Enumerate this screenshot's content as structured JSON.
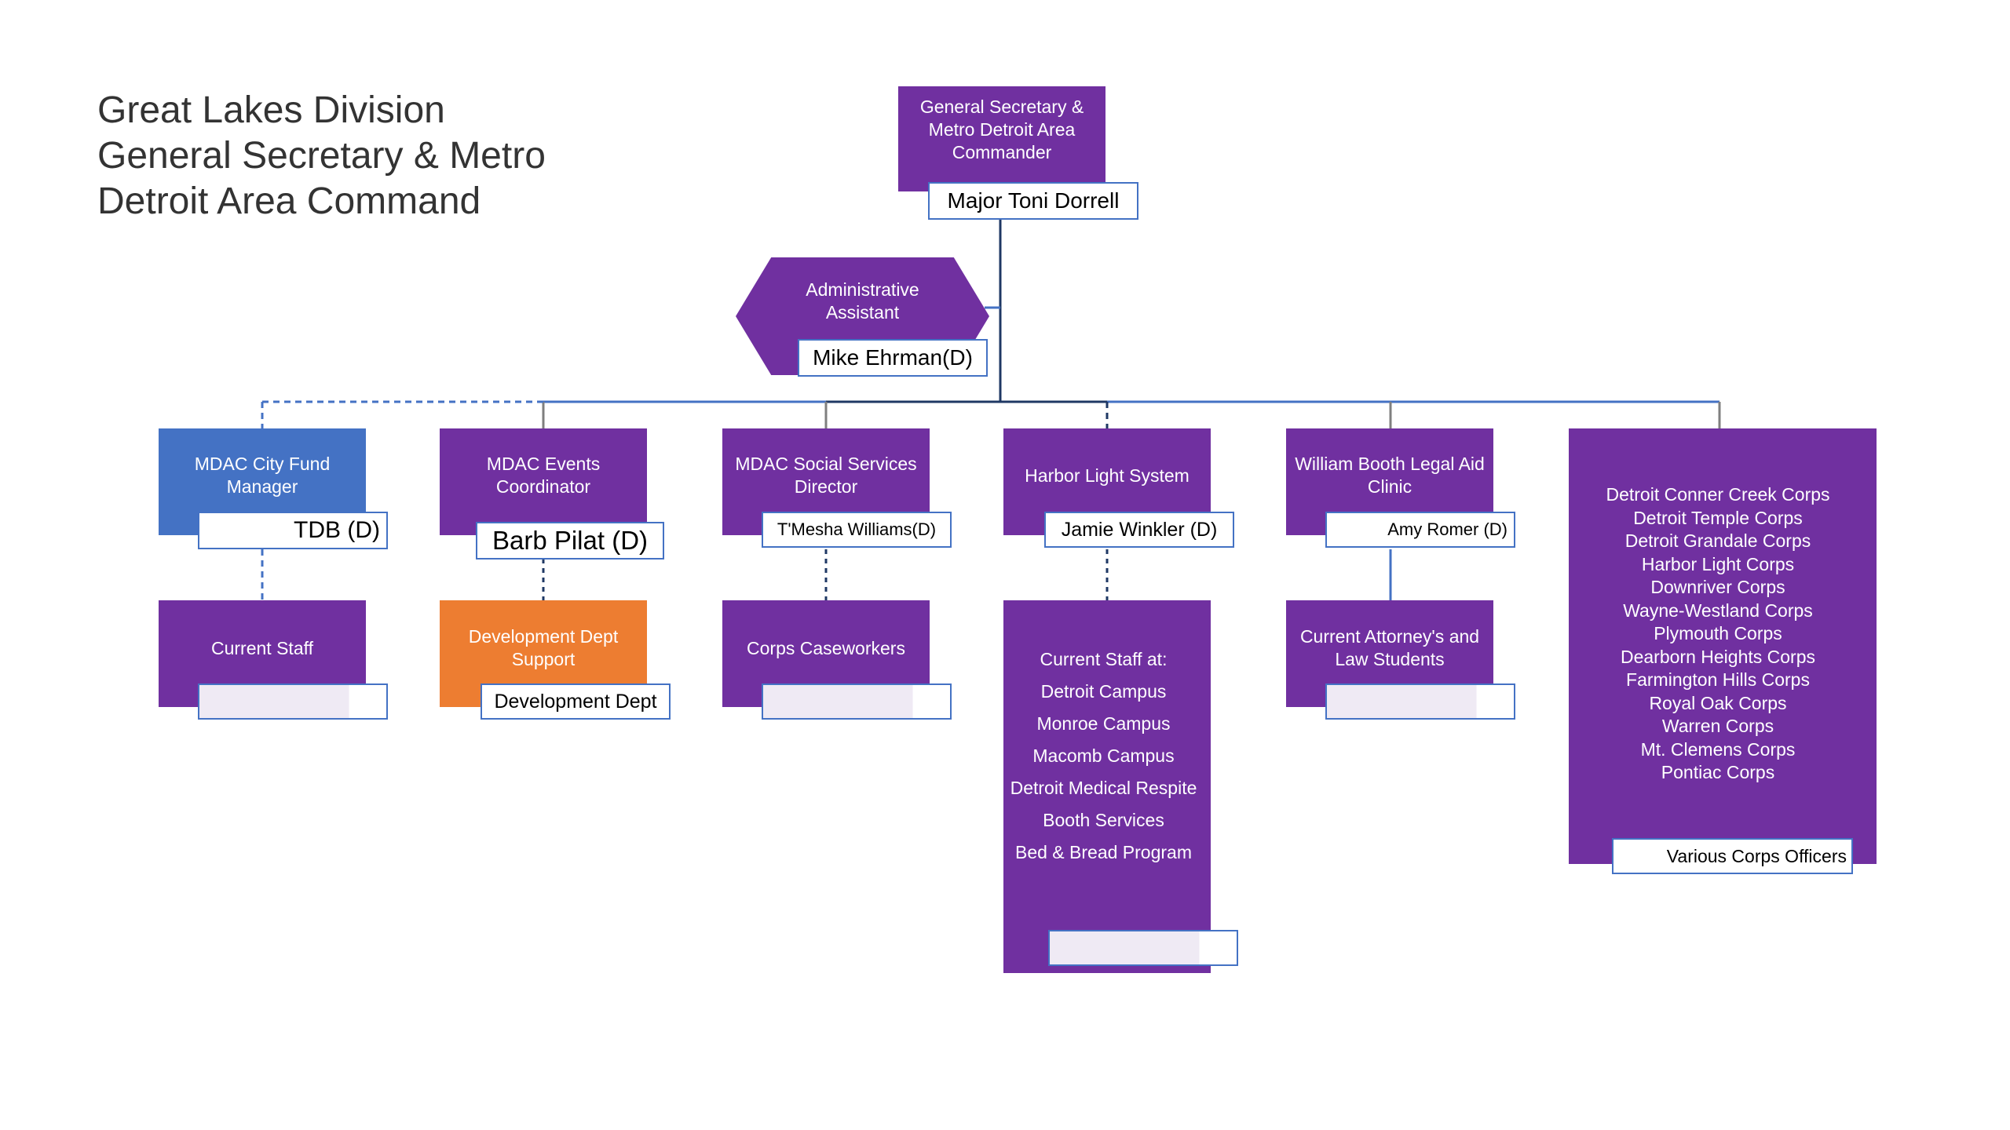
{
  "title": {
    "line1": "Great Lakes Division",
    "line2": "General Secretary & Metro",
    "line3": "Detroit Area Command"
  },
  "colors": {
    "purple": "#7030a0",
    "blue": "#4472c4",
    "orange": "#ed7d31",
    "connector": "#4472c4",
    "name_tag_border": "#4472c4"
  },
  "commander": {
    "role": "General Secretary &\nMetro Detroit Area\nCommander",
    "name": "Major Toni Dorrell"
  },
  "assistant": {
    "role": "Administrative\nAssistant",
    "name": "Mike Ehrman(D)"
  },
  "departments": [
    {
      "role": "MDAC City Fund\nManager",
      "name": "TDB (D)",
      "color": "#4472c4",
      "sub": {
        "role": "Current Staff",
        "name": ""
      }
    },
    {
      "role": "MDAC Events\nCoordinator",
      "name": "Barb Pilat (D)",
      "color": "#7030a0",
      "sub": {
        "role": "Development Dept\nSupport",
        "name": "Development Dept",
        "color": "#ed7d31"
      }
    },
    {
      "role": "MDAC Social Services\nDirector",
      "name": "T'Mesha Williams(D)",
      "color": "#7030a0",
      "sub": {
        "role": "Corps Caseworkers",
        "name": ""
      }
    },
    {
      "role": "Harbor Light System",
      "name": "Jamie Winkler (D)",
      "color": "#7030a0",
      "sub": {
        "heading": "Current Staff at:",
        "items": [
          "Detroit Campus",
          "Monroe Campus",
          "Macomb Campus",
          "Detroit Medical Respite",
          "Booth Services",
          "Bed & Bread Program"
        ],
        "name": ""
      }
    },
    {
      "role": "William Booth Legal Aid\nClinic",
      "name": "Amy Romer (D)",
      "color": "#7030a0",
      "sub": {
        "role": "Current Attorney's and\nLaw Students",
        "name": ""
      }
    },
    {
      "corps": [
        "Detroit Conner Creek Corps",
        "Detroit Temple Corps",
        "Detroit Grandale Corps",
        "Harbor Light Corps",
        "Downriver Corps",
        "Wayne-Westland Corps",
        "Plymouth Corps",
        "Dearborn Heights Corps",
        "Farmington Hills Corps",
        "Royal Oak Corps",
        "Warren Corps",
        "Mt. Clemens Corps",
        "Pontiac Corps"
      ],
      "name": "Various Corps Officers",
      "color": "#7030a0"
    }
  ]
}
